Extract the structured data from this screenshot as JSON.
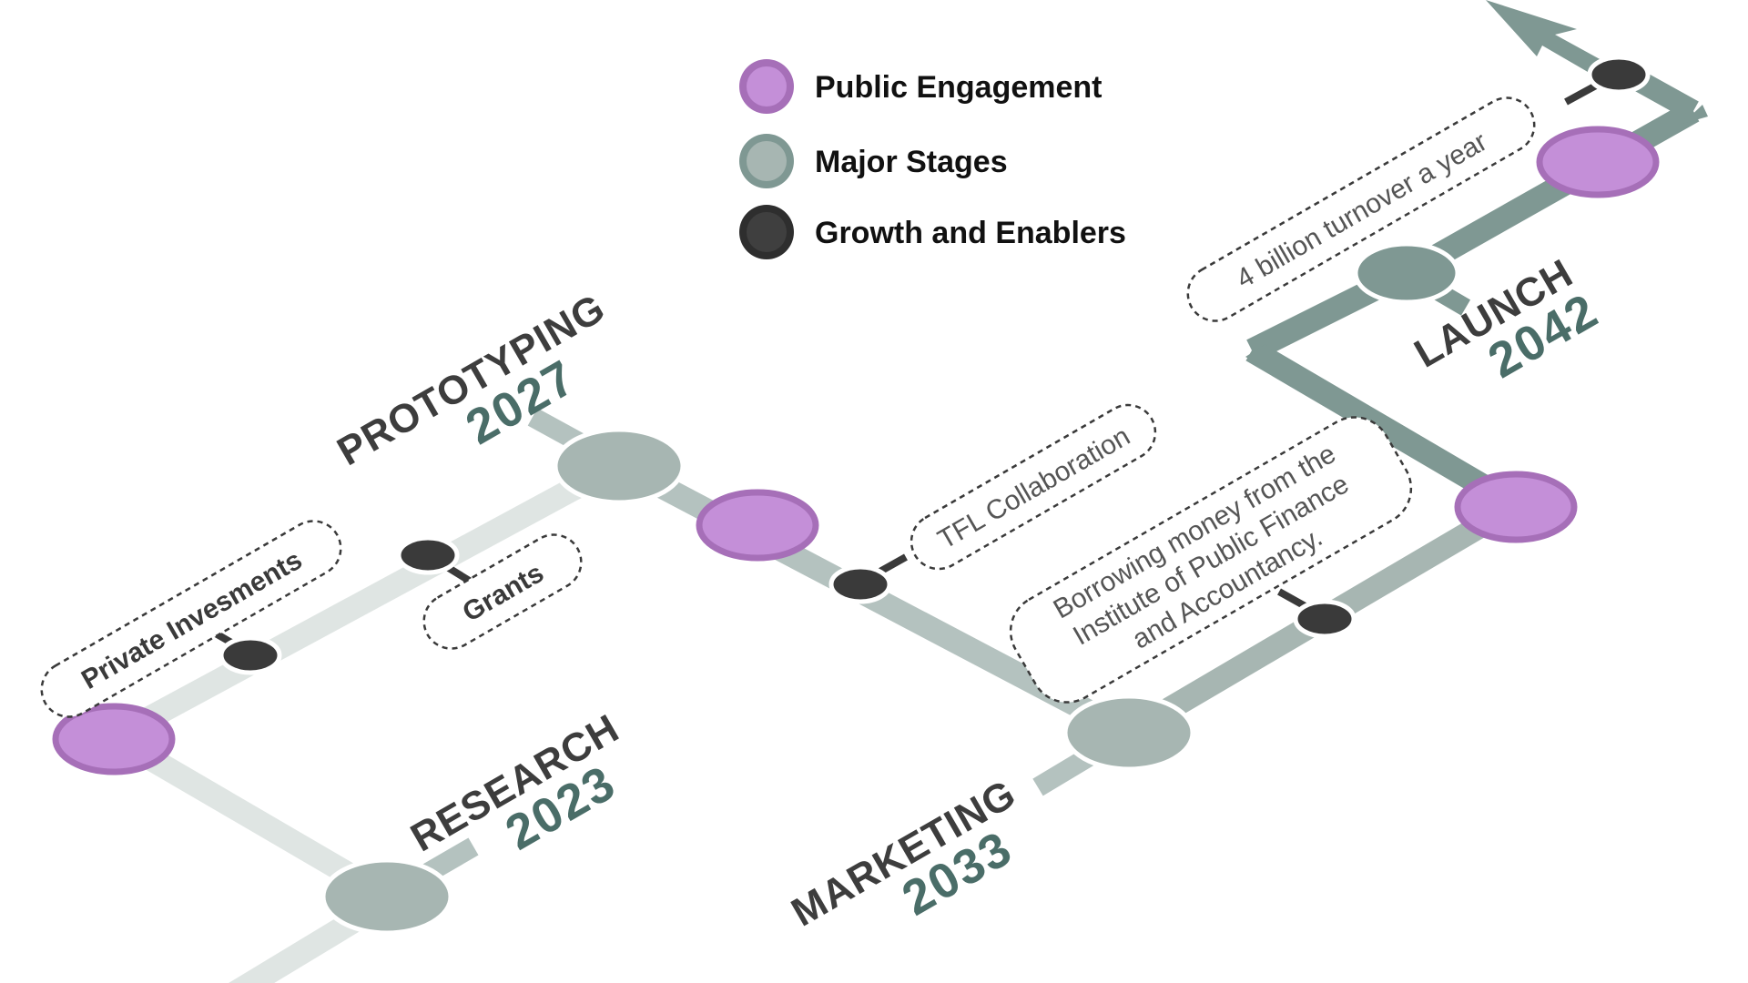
{
  "legend": [
    {
      "label": "Public Engagement",
      "kind": "engagement"
    },
    {
      "label": "Major Stages",
      "kind": "stage"
    },
    {
      "label": "Growth and Enablers",
      "kind": "enabler"
    }
  ],
  "stages": [
    {
      "name": "RESEARCH",
      "year": "2023"
    },
    {
      "name": "PROTOTYPING",
      "year": "2027"
    },
    {
      "name": "MARKETING",
      "year": "2033"
    },
    {
      "name": "LAUNCH",
      "year": "2042"
    }
  ],
  "notes": {
    "private": "Private Invesments",
    "grants": "Grants",
    "tfl": "TFL Collaboration",
    "borrow": [
      "Borrowing money from the",
      "Institute of Public Finance",
      "and Accountancy."
    ],
    "billion": "4 billion turnover a year"
  },
  "colors": {
    "engagement_fill": "#c48fd8",
    "engagement_ring": "#a66fb8",
    "stage_fill": "#a7b6b2",
    "stage_fill_dark": "#7f9893",
    "enabler_fill": "#3a3a3a",
    "path_light": "#dfe5e3",
    "path_mid": "#b4c2bf",
    "path_dark": "#7f9893"
  }
}
